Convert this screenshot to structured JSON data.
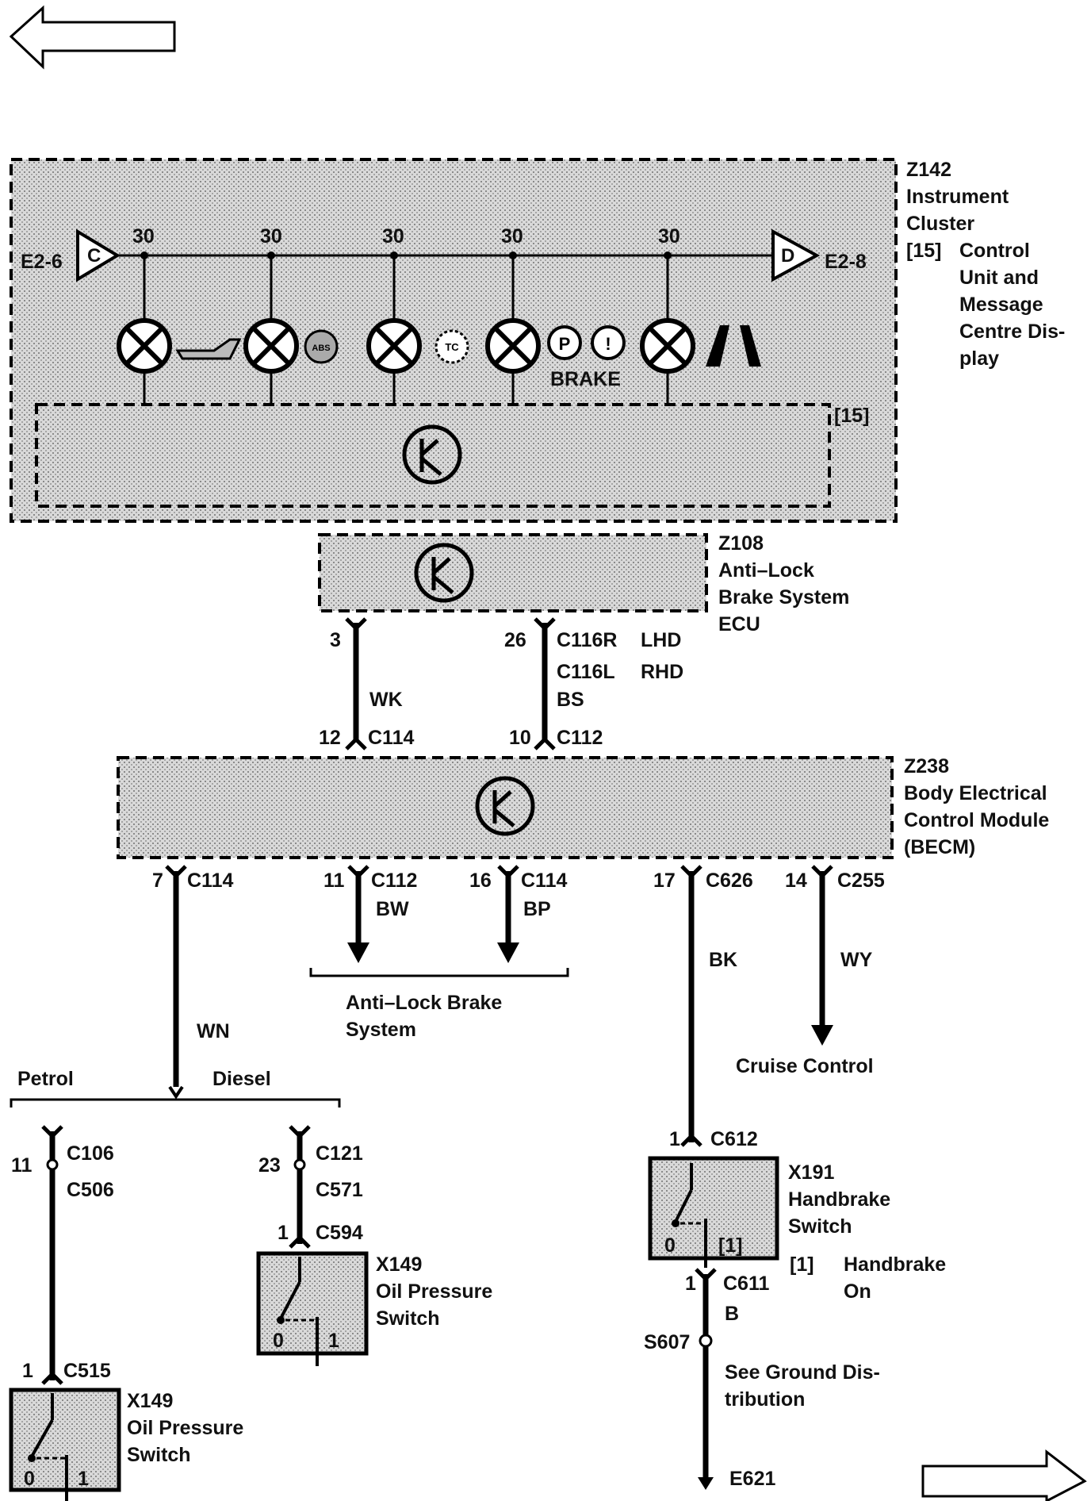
{
  "nav": {
    "prev_label": "previous-page",
    "next_label": "next-page"
  },
  "cluster": {
    "id": "Z142",
    "name_lines": [
      "Instrument",
      "Cluster"
    ],
    "note_ref": "[15]",
    "note_lines": [
      "Control",
      "Unit and",
      "Message",
      "Centre Dis-",
      "play"
    ],
    "inner_ref": "[15]",
    "left_conn": "E2-6",
    "left_letter": "C",
    "right_conn": "E2-8",
    "right_letter": "D",
    "pin_labels": [
      "30",
      "30",
      "30",
      "30",
      "30"
    ],
    "warn_abs": "ABS",
    "warn_tc": "TC",
    "warn_p": "P",
    "warn_i": "!",
    "brake_label": "BRAKE"
  },
  "abs_ecu": {
    "id": "Z108",
    "name_lines": [
      "Anti–Lock",
      "Brake System",
      "ECU"
    ],
    "pin_left": "3",
    "pin_right": "26",
    "conn_r1": "C116R",
    "conn_r1_note": "LHD",
    "conn_r2": "C116L",
    "conn_r2_note": "RHD",
    "wire_left": "WK",
    "wire_right": "BS",
    "becm_pin_left": "12",
    "becm_conn_left": "C114",
    "becm_pin_right": "10",
    "becm_conn_right": "C112"
  },
  "becm": {
    "id": "Z238",
    "name_lines": [
      "Body Electrical",
      "Control Module",
      "(BECM)"
    ],
    "outputs": [
      {
        "pin": "7",
        "conn": "C114",
        "wire": "WN"
      },
      {
        "pin": "11",
        "conn": "C112",
        "wire": "BW"
      },
      {
        "pin": "16",
        "conn": "C114",
        "wire": "BP"
      },
      {
        "pin": "17",
        "conn": "C626",
        "wire": "BK"
      },
      {
        "pin": "14",
        "conn": "C255",
        "wire": "WY"
      }
    ],
    "abs_dest_lines": [
      "Anti–Lock Brake",
      "System"
    ],
    "cruise_dest": "Cruise Control"
  },
  "branch": {
    "left": "Petrol",
    "right": "Diesel"
  },
  "petrol": {
    "pin1": "11",
    "conn1": "C106",
    "conn2": "C506",
    "pin3": "1",
    "conn3": "C515",
    "switch_id": "X149",
    "switch_lines": [
      "Oil Pressure",
      "Switch"
    ],
    "pos0": "0",
    "pos1": "1"
  },
  "diesel": {
    "pin1": "23",
    "conn1": "C121",
    "conn2": "C571",
    "pin3": "1",
    "conn3": "C594",
    "switch_id": "X149",
    "switch_lines": [
      "Oil Pressure",
      "Switch"
    ],
    "pos0": "0",
    "pos1": "1"
  },
  "handbrake": {
    "pin_top": "1",
    "conn_top": "C612",
    "switch_id": "X191",
    "switch_lines": [
      "Handbrake",
      "Switch"
    ],
    "pos0": "0",
    "ref": "[1]",
    "note_ref": "[1]",
    "note_lines": [
      "Handbrake",
      "On"
    ],
    "pin_bot": "1",
    "conn_bot": "C611",
    "wire": "B",
    "splice": "S607",
    "ground_note_lines": [
      "See Ground Dis-",
      "tribution"
    ],
    "ground": "E621"
  }
}
